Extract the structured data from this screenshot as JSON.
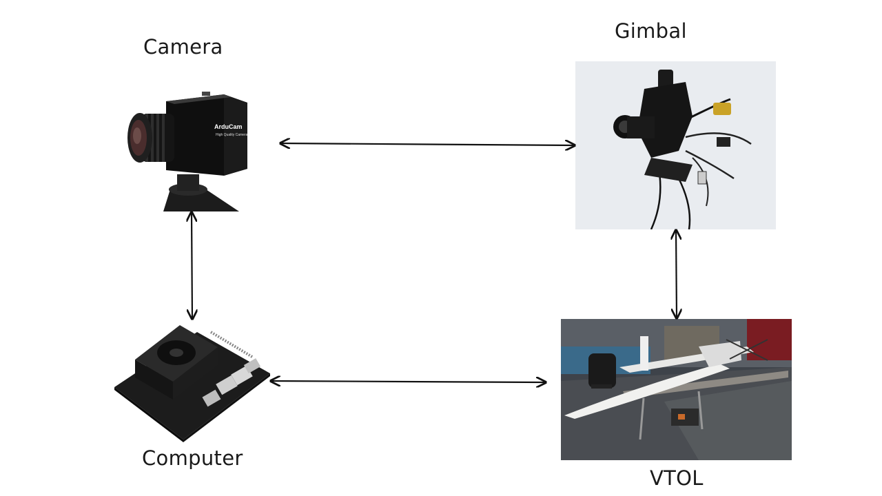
{
  "nodes": {
    "camera": {
      "label": "Camera"
    },
    "gimbal": {
      "label": "Gimbal"
    },
    "computer": {
      "label": "Computer"
    },
    "vtol": {
      "label": "VTOL"
    }
  },
  "camera_brand": "ArduCam",
  "camera_model": "High Quality Camera",
  "connections": [
    {
      "from": "camera",
      "to": "gimbal",
      "bidirectional": true
    },
    {
      "from": "camera",
      "to": "computer",
      "bidirectional": true
    },
    {
      "from": "gimbal",
      "to": "vtol",
      "bidirectional": true
    },
    {
      "from": "computer",
      "to": "vtol",
      "bidirectional": true
    }
  ],
  "colors": {
    "arrow": "#111111",
    "background": "#ffffff"
  }
}
